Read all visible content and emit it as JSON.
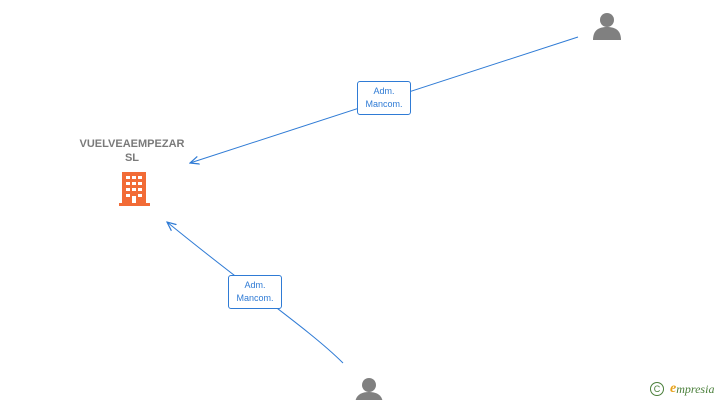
{
  "company": {
    "name_line1": "VUELVEAEMPEZAR",
    "name_line2": "SL",
    "icon": "building-icon",
    "color": "#f26b36"
  },
  "persons": [
    {
      "icon": "person-icon",
      "color": "#808080"
    },
    {
      "icon": "person-icon",
      "color": "#808080"
    }
  ],
  "relations": [
    {
      "line1": "Adm.",
      "line2": "Mancom."
    },
    {
      "line1": "Adm.",
      "line2": "Mancom."
    }
  ],
  "edge_color": "#2f7bd5",
  "watermark": {
    "copyright_symbol": "C",
    "brand_initial": "e",
    "brand_rest": "mpresia",
    "icon": "copyright-icon"
  }
}
